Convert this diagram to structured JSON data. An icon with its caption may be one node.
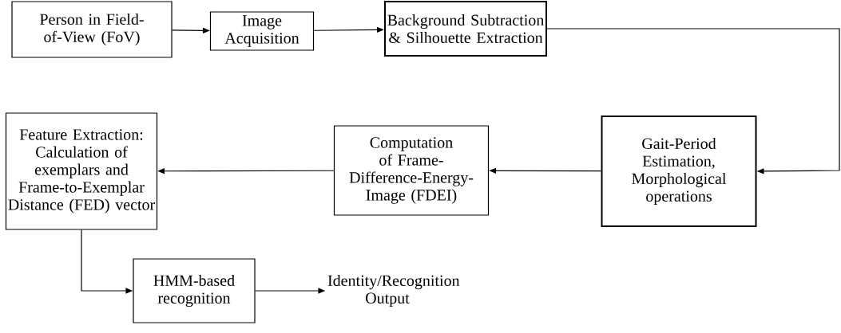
{
  "diagram": {
    "nodes": [
      {
        "text": [
          "Person in Field-of-View (FoV)"
        ]
      },
      {
        "text": [
          "Image Acquisition"
        ]
      },
      {
        "text": [
          "Background Subtraction & Silhouette Extraction"
        ]
      },
      {
        "text": [
          "Gait-Period Estimation, Morphological operations"
        ]
      },
      {
        "text": [
          "Computation of Frame-Difference-Energy-Image (FDEI)"
        ]
      },
      {
        "text": [
          "Feature Extraction: Calculation of exemplars and Frame-to-Exemplar Distance (FED) vector"
        ]
      },
      {
        "text": [
          "HMM-based recognition"
        ]
      },
      {
        "text": [
          "Identity/Recognition Output"
        ]
      }
    ],
    "edges": [
      {
        "from": 0,
        "to": 1,
        "arrow": "to"
      },
      {
        "from": 1,
        "to": 2,
        "arrow": "to"
      },
      {
        "from": 2,
        "to": 3,
        "arrow": "to"
      },
      {
        "from": 3,
        "to": 4,
        "arrow": "to"
      },
      {
        "from": 4,
        "to": 5,
        "arrow": "to"
      },
      {
        "from": 5,
        "to": 6,
        "arrow": "to"
      },
      {
        "from": 6,
        "to": 7,
        "arrow": "to"
      }
    ]
  }
}
